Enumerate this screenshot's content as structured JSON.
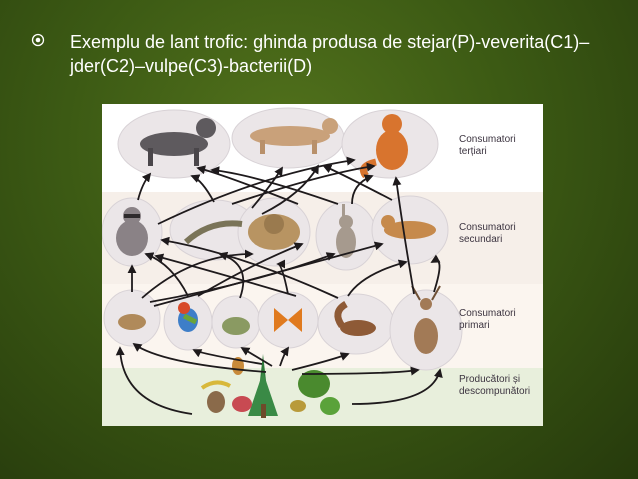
{
  "slide": {
    "bullet_text": "Exemplu de lant trofic: ghinda produsa de stejar(P)-veverita(C1)–jder(C2)–vulpe(C3)-bacterii(D)"
  },
  "figure": {
    "levels": [
      {
        "label": "Consumatori terțiari"
      },
      {
        "label": "Consumatori secundari"
      },
      {
        "label": "Consumatori primari"
      },
      {
        "label": "Producători și descompunători"
      }
    ]
  },
  "colors": {
    "background": "#3c5a14",
    "bullet_text": "#ffffff",
    "arrow": "#1e1a1c",
    "bubble": "#ebe6e8"
  }
}
